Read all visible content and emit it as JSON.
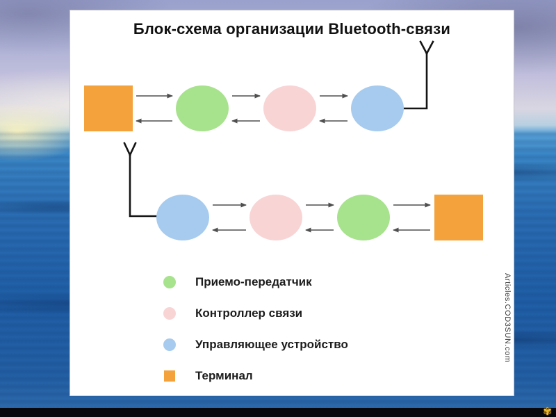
{
  "slide": {
    "title": "Блок-схема организации Bluetooth-связи",
    "watermark": "Articles.COD3SUN.com"
  },
  "diagram": {
    "type": "block-diagram",
    "node_types": {
      "transceiver": {
        "label": "Приемо-передатчик",
        "color": "#a7e28d",
        "shape": "ellipse"
      },
      "controller": {
        "label": "Контроллер связи",
        "color": "#f8d4d5",
        "shape": "ellipse"
      },
      "control_device": {
        "label": "Управляющее устройство",
        "color": "#a6cbee",
        "shape": "ellipse"
      },
      "terminal": {
        "label": "Терминал",
        "color": "#f3a23c",
        "shape": "square"
      }
    },
    "rows": [
      {
        "sequence": [
          "terminal",
          "transceiver",
          "controller",
          "control_device"
        ],
        "antenna": "right",
        "links": "bidirectional-arrows"
      },
      {
        "sequence": [
          "control_device",
          "controller",
          "transceiver",
          "terminal"
        ],
        "antenna": "left",
        "links": "bidirectional-arrows"
      }
    ]
  },
  "legend": {
    "items": [
      {
        "label": "Приемо-передатчик",
        "color": "#a7e28d",
        "shape": "circle"
      },
      {
        "label": "Контроллер связи",
        "color": "#f8d4d5",
        "shape": "circle"
      },
      {
        "label": "Управляющее устройство",
        "color": "#a6cbee",
        "shape": "circle"
      },
      {
        "label": "Терминал",
        "color": "#f3a23c",
        "shape": "square"
      }
    ]
  },
  "colors": {
    "arrow": "#4f4f4f",
    "antenna": "#141414",
    "panel_bg": "#ffffff",
    "title_text": "#111111",
    "sky_top": "#99a1cc",
    "ocean": "#2a6cb2"
  },
  "decor": {
    "sun_glyph": "✾"
  }
}
